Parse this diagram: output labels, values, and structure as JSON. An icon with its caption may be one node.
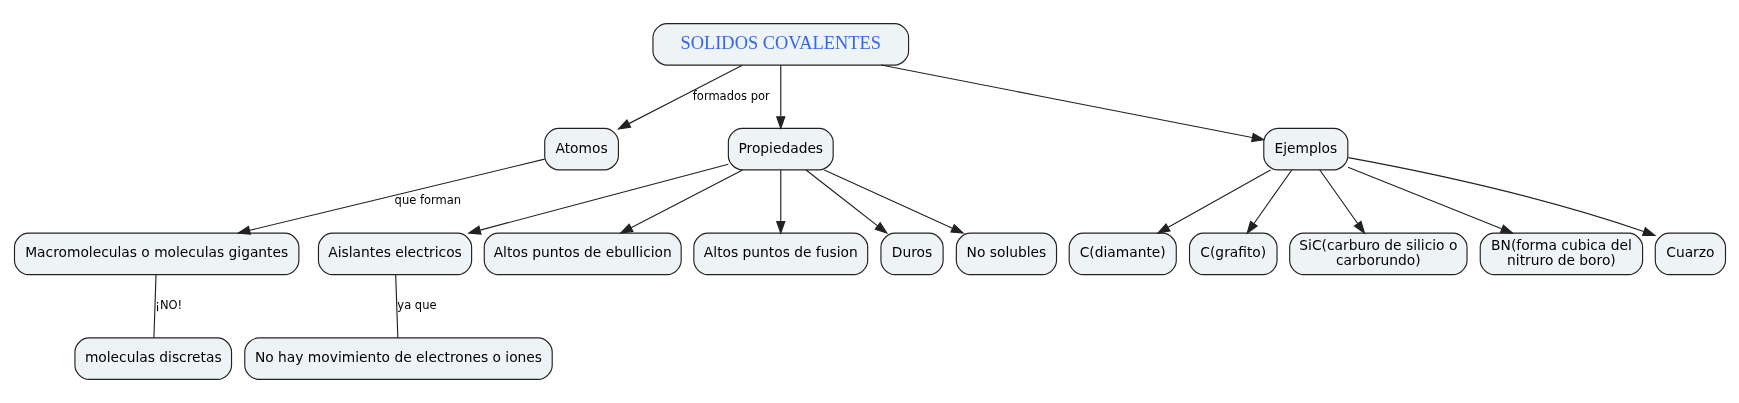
{
  "diagram": {
    "nodes": [
      {
        "text": [
          "SOLIDOS COVALENTES"
        ]
      },
      {
        "text": [
          "Atomos"
        ]
      },
      {
        "text": [
          "Propiedades"
        ]
      },
      {
        "text": [
          "Ejemplos"
        ]
      },
      {
        "text": [
          "Macromoleculas o moleculas gigantes"
        ]
      },
      {
        "text": [
          "moleculas discretas"
        ]
      },
      {
        "text": [
          "Aislantes electricos"
        ]
      },
      {
        "text": [
          "Altos puntos de ebullicion"
        ]
      },
      {
        "text": [
          "Altos puntos de fusion"
        ]
      },
      {
        "text": [
          "Duros"
        ]
      },
      {
        "text": [
          "No solubles"
        ]
      },
      {
        "text": [
          "No hay movimiento de electrones o iones"
        ]
      },
      {
        "text": [
          "C(diamante)"
        ]
      },
      {
        "text": [
          "C(grafito)"
        ]
      },
      {
        "text": [
          "SiC(carburo de silicio o carborundo)"
        ]
      },
      {
        "text": [
          "BN(forma cubica del nitruro de boro)"
        ]
      },
      {
        "text": [
          "Cuarzo"
        ]
      }
    ],
    "edges": [
      {
        "from": 0,
        "to": 1,
        "arrow": "to",
        "label": "formados por"
      },
      {
        "from": 0,
        "to": 2,
        "arrow": "to"
      },
      {
        "from": 0,
        "to": 3,
        "arrow": "to"
      },
      {
        "from": 1,
        "to": 4,
        "arrow": "to",
        "label": "que forman"
      },
      {
        "from": 4,
        "to": 5,
        "arrow": "none",
        "label": "¡NO!"
      },
      {
        "from": 2,
        "to": 6,
        "arrow": "to"
      },
      {
        "from": 2,
        "to": 7,
        "arrow": "to"
      },
      {
        "from": 2,
        "to": 8,
        "arrow": "to"
      },
      {
        "from": 2,
        "to": 9,
        "arrow": "to"
      },
      {
        "from": 2,
        "to": 10,
        "arrow": "to"
      },
      {
        "from": 6,
        "to": 11,
        "arrow": "none",
        "label": "ya que"
      },
      {
        "from": 3,
        "to": 12,
        "arrow": "to"
      },
      {
        "from": 3,
        "to": 13,
        "arrow": "to"
      },
      {
        "from": 3,
        "to": 14,
        "arrow": "to"
      },
      {
        "from": 3,
        "to": 15,
        "arrow": "to"
      },
      {
        "from": 3,
        "to": 16,
        "arrow": "to"
      }
    ]
  }
}
